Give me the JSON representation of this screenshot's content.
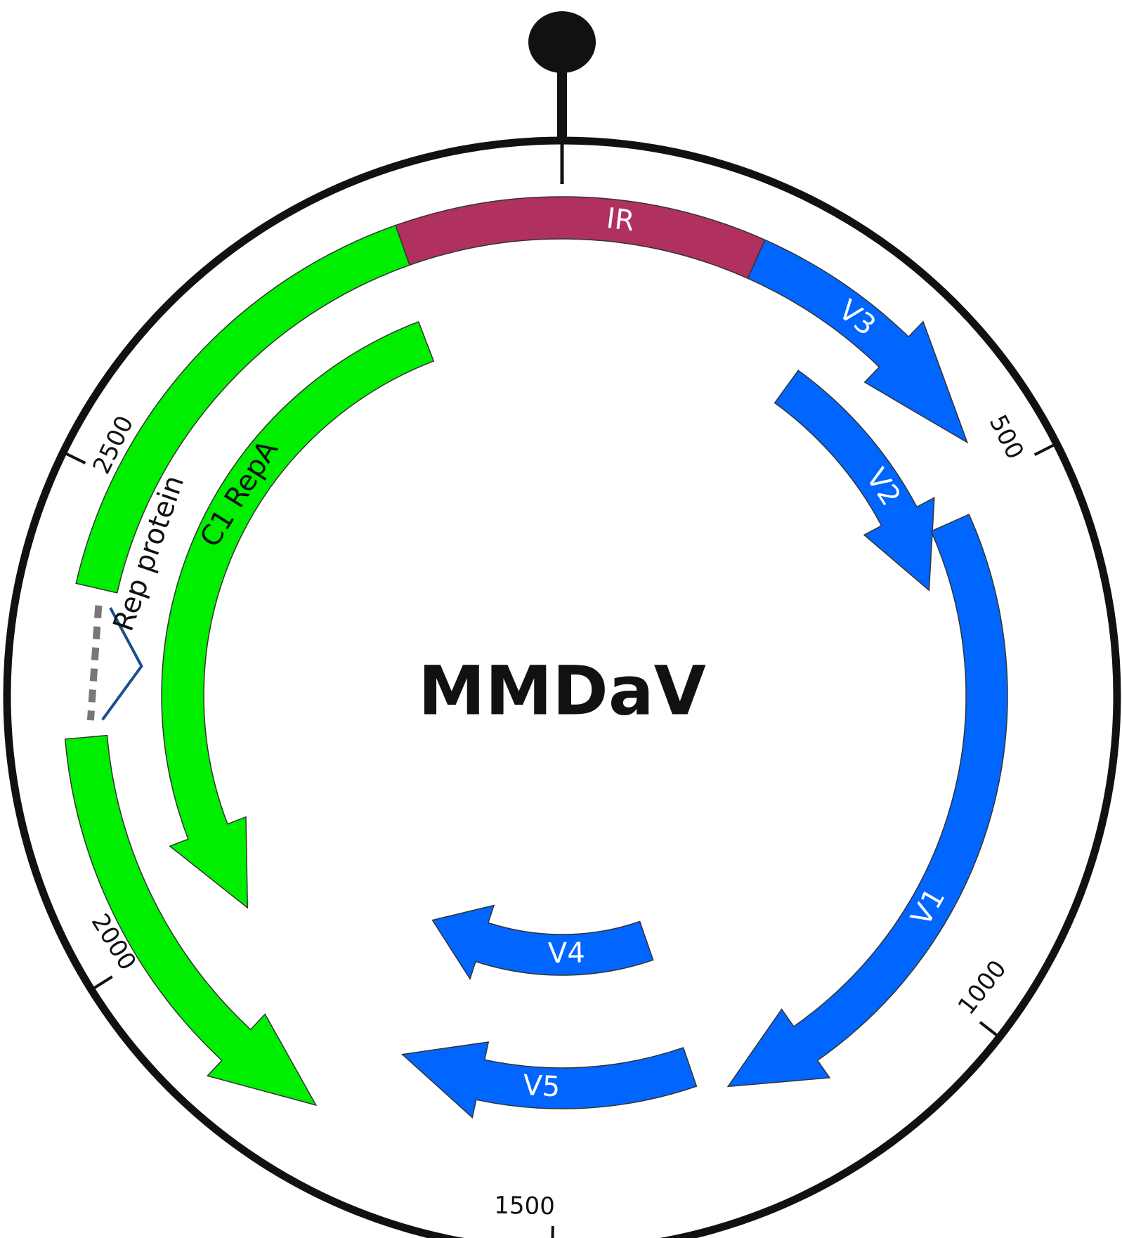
{
  "title": "MMDaV",
  "colors": {
    "ring": "#111111",
    "complementary": "#00ee00",
    "virion": "#0066ff",
    "intergenic": "#b03060",
    "outline": "#333333",
    "junction": "#1a4f8a"
  },
  "ticks": [
    "500",
    "1000",
    "1500",
    "2000",
    "2500"
  ],
  "features": [
    {
      "id": "ir",
      "label": "IR",
      "kind": "intergenic",
      "label_color": "#ffffff"
    },
    {
      "id": "v3",
      "label": "V3",
      "kind": "virion",
      "label_color": "#ffffff"
    },
    {
      "id": "v2",
      "label": "V2",
      "kind": "virion",
      "label_color": "#ffffff"
    },
    {
      "id": "v1",
      "label": "V1",
      "kind": "virion",
      "label_color": "#ffffff"
    },
    {
      "id": "v4",
      "label": "V4",
      "kind": "virion",
      "label_color": "#ffffff"
    },
    {
      "id": "v5",
      "label": "V5",
      "kind": "virion",
      "label_color": "#ffffff"
    },
    {
      "id": "rep",
      "label": "Rep protein",
      "kind": "complementary",
      "label_color": "#111111"
    },
    {
      "id": "c1",
      "label": "C1 RepA",
      "kind": "complementary",
      "label_color": "#111111"
    }
  ]
}
